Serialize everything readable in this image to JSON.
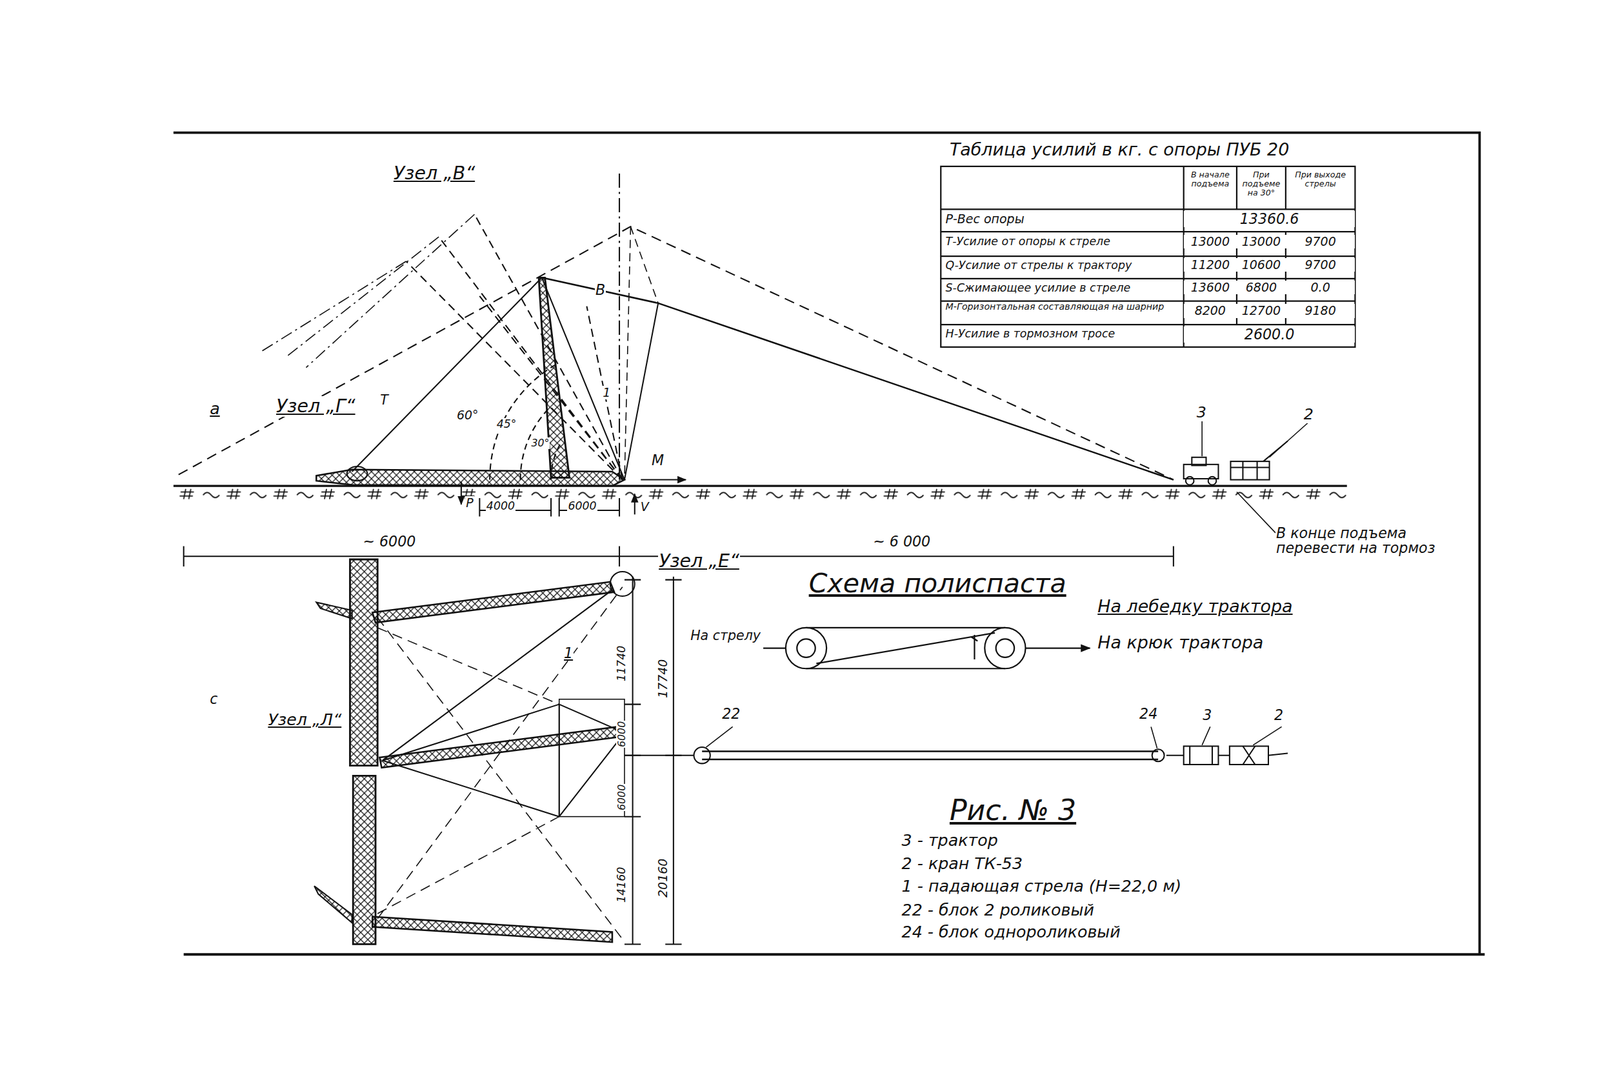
{
  "diagram": {
    "caption": "Рис. № 3",
    "labels": [
      "Таблица усилий в кг. с опоры ПУБ 20",
      "В начале подъема",
      "При подъеме на 30°",
      "При выходе стрелы",
      "Р-Вес опоры",
      "13360.6",
      "Т-Усилие от опоры к стреле",
      "13000",
      "13000",
      "9700",
      "Q-Усилие от стрелы к трактору",
      "11200",
      "10600",
      "9700",
      "S-Сжимающее усилие в стреле",
      "13600",
      "6800",
      "0.0",
      "М-Горизонтальная составляющая на шарнир",
      "8200",
      "12700",
      "9180",
      "Н-Усилие в тормозном тросе",
      "2600.0",
      "Узел „В“",
      "Узел „Г“",
      "а",
      "В",
      "Т",
      "60°",
      "45°",
      "30°",
      "1",
      "М",
      "Р",
      "4000",
      "6000",
      "V",
      "~ 6000",
      "~ 6 000",
      "3",
      "2",
      "В конце подъема перевести на тормоз",
      "Узел „Е“",
      "Схема полиспаста",
      "На лебедку трактора",
      "На стрелу",
      "На крюк трактора",
      "11740",
      "17740",
      "1",
      "Узел „Л“",
      "с",
      "6000",
      "6000",
      "14160",
      "20160",
      "22",
      "24",
      "3",
      "2",
      "3 - трактор",
      "2 - кран ТК-53",
      "1 - падающая стрела (Н=22,0 м)",
      "22 - блок 2 роликовый",
      "24 - блок однороликовый"
    ]
  }
}
